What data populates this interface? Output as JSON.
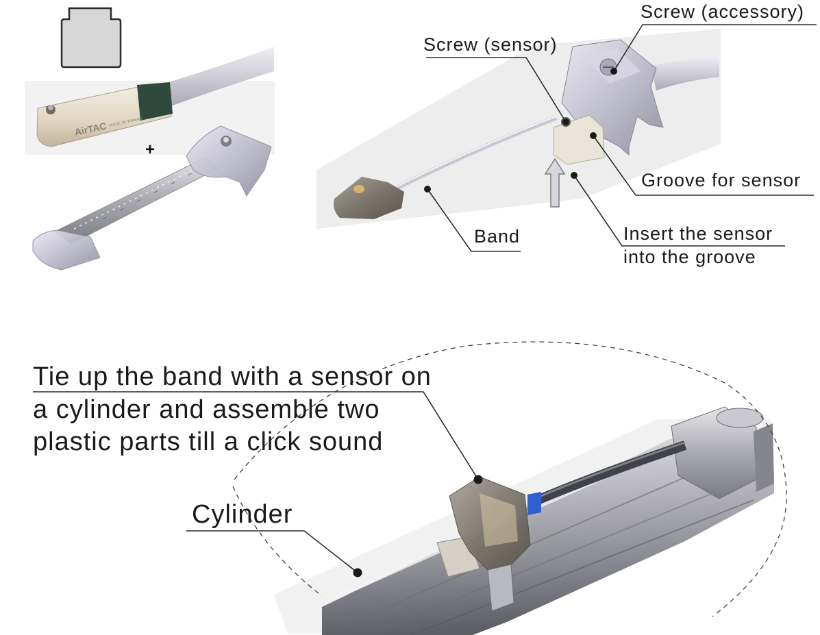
{
  "labels": {
    "screw_accessory": "Screw (accessory)",
    "screw_sensor": "Screw (sensor)",
    "groove_for_sensor": "Groove for sensor",
    "band": "Band",
    "insert_sensor": "Insert the sensor\ninto the groove",
    "tie_up_instruction": "Tie up the band with a sensor on\na cylinder and assemble two\nplastic parts till a click sound",
    "cylinder": "Cylinder"
  },
  "product": {
    "brand": "AirTAC",
    "made_in": "MADE IN TAIWAN",
    "plus_sign": "+"
  }
}
